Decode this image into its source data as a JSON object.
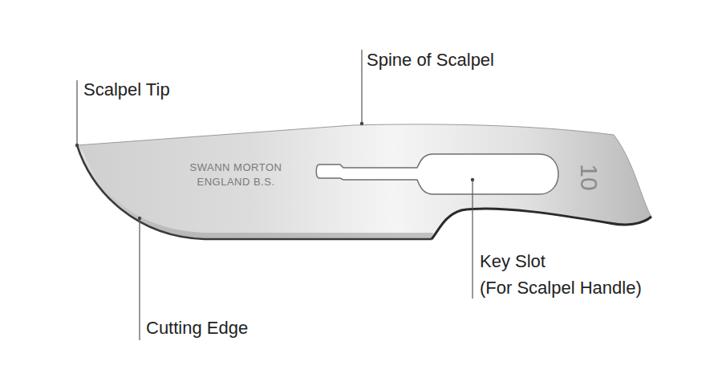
{
  "diagram": {
    "labels": [
      "Spine of Scalpel",
      "Scalpel Tip",
      "SWANN MORTON",
      "ENGLAND B.S.",
      "10",
      "Key Slot",
      "(For Scalpel Handle)",
      "Cutting Edge"
    ]
  }
}
